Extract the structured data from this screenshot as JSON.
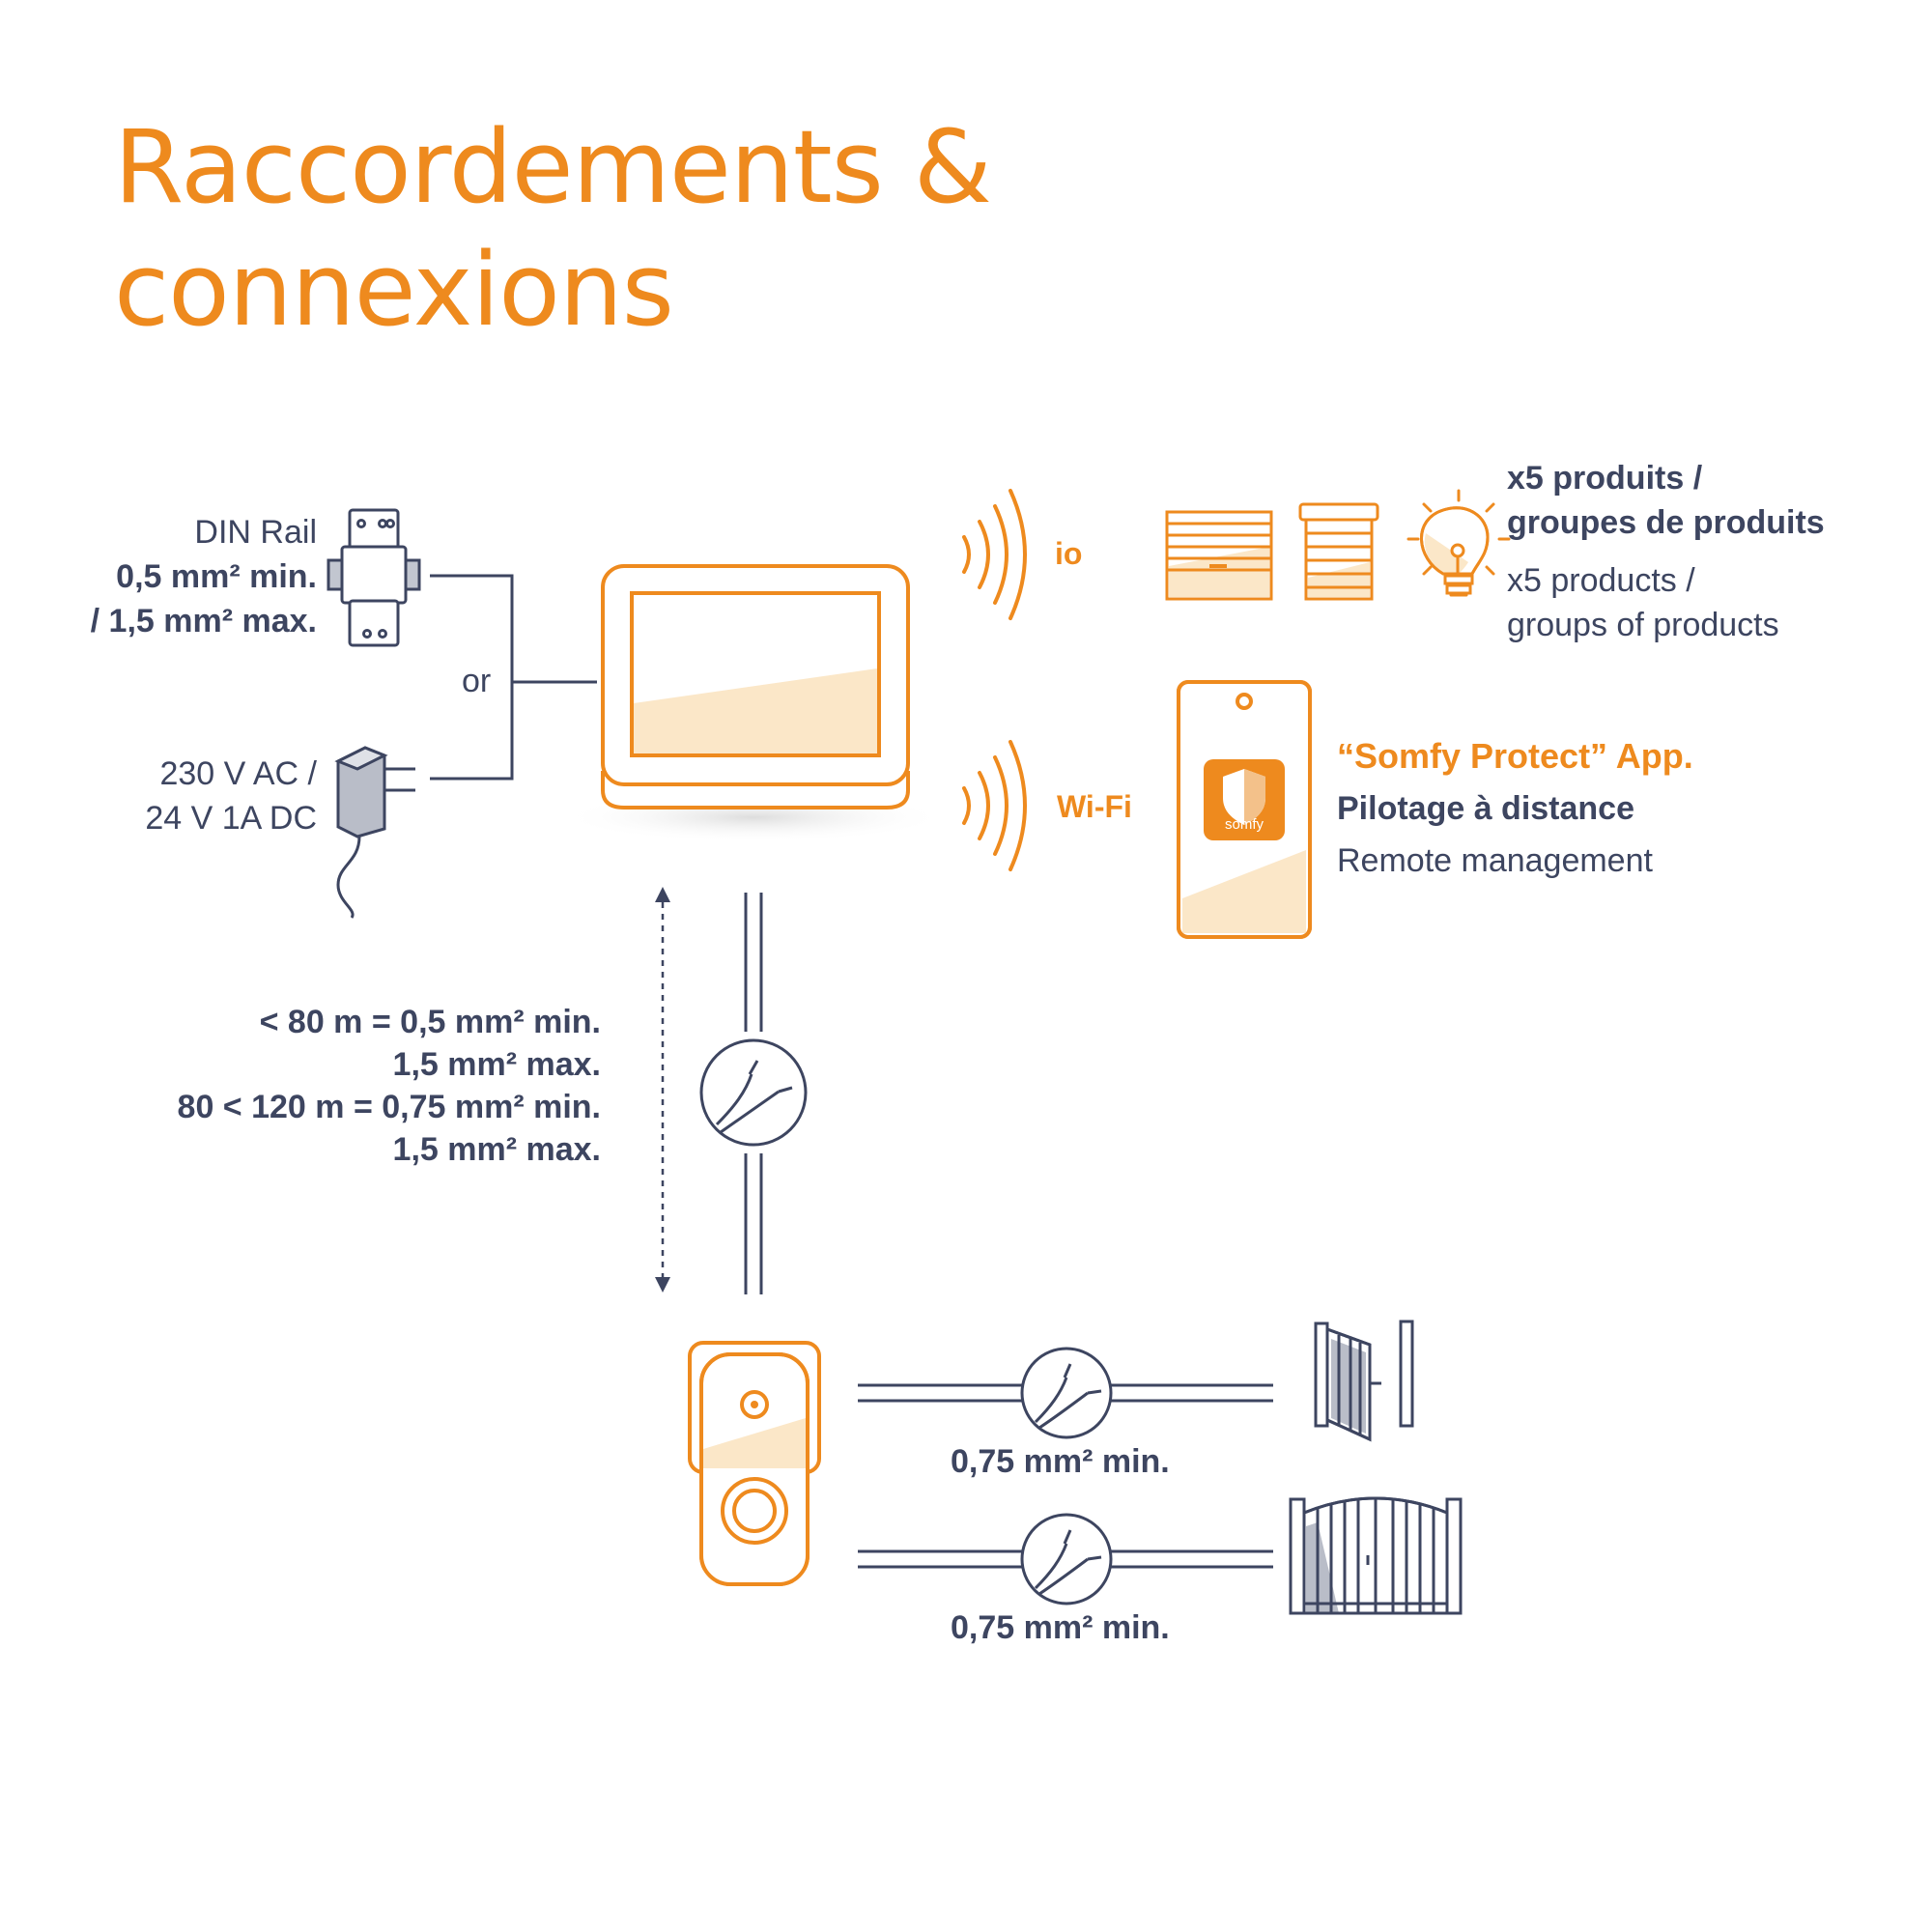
{
  "title": {
    "line1": "Raccordements &",
    "line2": "connexions"
  },
  "power": {
    "din_rail": {
      "l1": "DIN Rail",
      "l2": "0,5 mm² min.",
      "l3": "/ 1,5 mm² max."
    },
    "or_label": "or",
    "adapter": {
      "l1": "230 V AC /",
      "l2": "24 V 1A DC"
    }
  },
  "signals": {
    "io": "io",
    "wifi": "Wi-Fi"
  },
  "products": {
    "fr_l1": "x5 produits /",
    "fr_l2": "groupes de produits",
    "en_l1": "x5 products /",
    "en_l2": "groups of products"
  },
  "app": {
    "name": "“Somfy Protect” App.",
    "fr": "Pilotage à distance",
    "en": "Remote management",
    "logo_text": "somfy"
  },
  "cable_specs": {
    "l1": "< 80 m = 0,5 mm² min.",
    "l2": "1,5 mm² max.",
    "l3": "80 < 120 m = 0,75 mm² min.",
    "l4": "1,5 mm² max."
  },
  "outputs": {
    "gate_lock": "0,75 mm² min.",
    "gate_motor": "0,75 mm² min."
  },
  "colors": {
    "accent": "#ee8a1e",
    "accent_light": "#fbe7c8",
    "line": "#3d4560",
    "gray_fill": "#b9bdc8"
  },
  "icons": [
    "din-rail-icon",
    "power-adapter-icon",
    "monitor-icon",
    "signal-waves-icon",
    "roller-shutter-icon",
    "blind-icon",
    "light-bulb-icon",
    "smartphone-icon",
    "shield-logo-icon",
    "cable-icon",
    "door-station-icon",
    "pedestrian-gate-icon",
    "driveway-gate-icon"
  ]
}
